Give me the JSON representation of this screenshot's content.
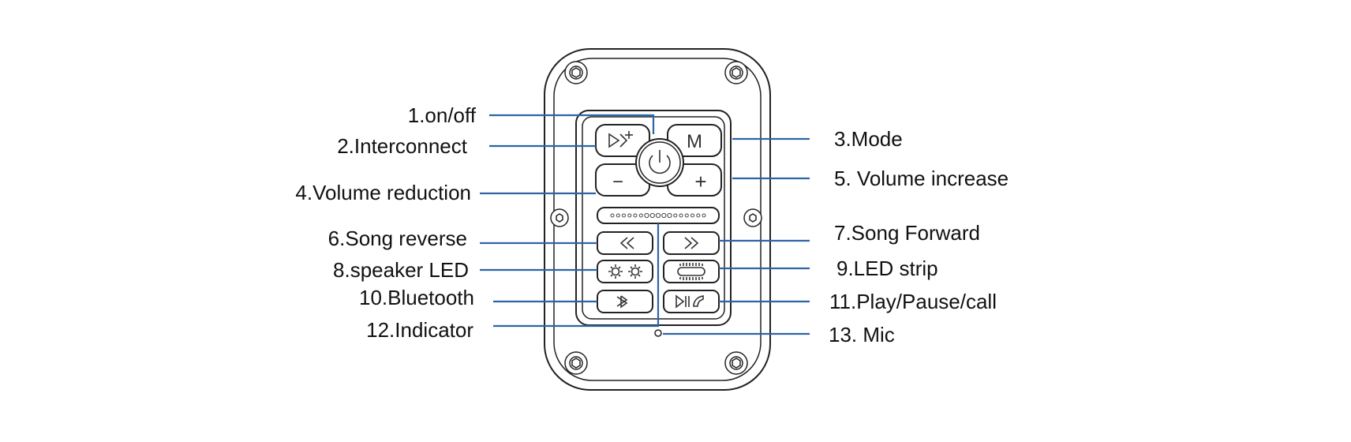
{
  "colors": {
    "leader": "#2e64a6",
    "outline": "#222222",
    "text": "#111111"
  },
  "labels": {
    "on_off": "1.on/off",
    "interconnect": "2.Interconnect",
    "mode": "3.Mode",
    "volume_reduction": "4.Volume reduction",
    "volume_increase": "5. Volume increase",
    "song_reverse": "6.Song reverse",
    "song_forward": "7.Song Forward",
    "speaker_led": "8.speaker LED",
    "led_strip": "9.LED strip",
    "bluetooth": "10.Bluetooth",
    "play_pause_call": "11.Play/Pause/call",
    "indicator": "12.Indicator",
    "mic": "13. Mic"
  },
  "button_glyphs": {
    "mode": "M",
    "plus": "+",
    "minus": "−"
  },
  "icons": {
    "power": "power-icon",
    "interconnect": "interconnect-icon",
    "rewind": "rewind-icon",
    "fast_forward": "fast-forward-icon",
    "speaker_led": "sun-icon",
    "led_strip": "led-strip-icon",
    "bluetooth": "bluetooth-icon",
    "play_pause": "play-pause-call-icon",
    "mic": "mic-icon"
  }
}
